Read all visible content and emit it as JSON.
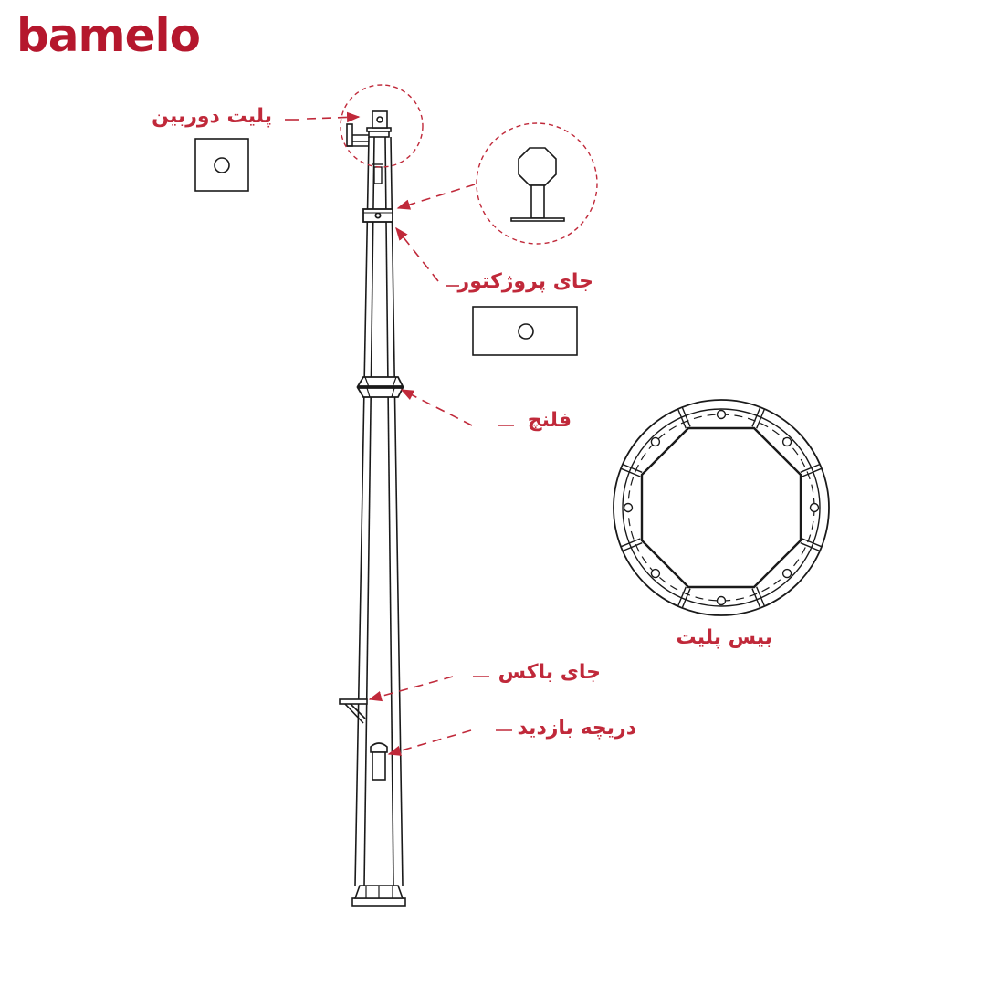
{
  "brand": {
    "logo_text": "bamelo",
    "color": "#b5172d"
  },
  "colors": {
    "accent": "#c0293a",
    "line": "#1a1a1a"
  },
  "labels": {
    "camera_plate": "پلیت دوربین",
    "projector_mount": "جای پروژکتور",
    "flange": "فلنچ",
    "base_plate": "بیس پلیت",
    "box_mount": "جای باکس",
    "inspection_door": "دریچه بازدید"
  }
}
